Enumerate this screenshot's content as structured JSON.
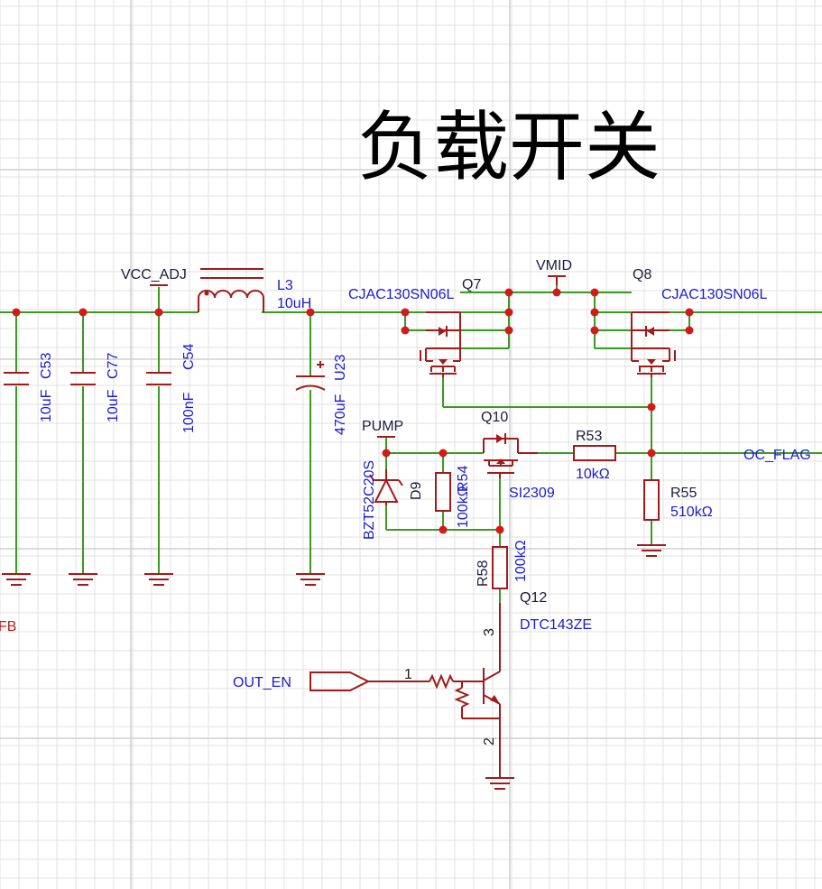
{
  "title": "负载开关",
  "net_labels": {
    "vcc_adj": "VCC_ADJ",
    "vmid": "VMID",
    "pump": "PUMP",
    "oc_flag": "OC_FLAG",
    "out_en": "OUT_EN",
    "fb_partial": "FB"
  },
  "components": {
    "c53": {
      "ref": "C53",
      "value": "10uF"
    },
    "c77": {
      "ref": "C77",
      "value": "10uF"
    },
    "c54": {
      "ref": "C54",
      "value": "100nF"
    },
    "l3": {
      "ref": "L3",
      "value": "10uH"
    },
    "u23": {
      "ref": "U23",
      "value": "470uF"
    },
    "q7": {
      "ref": "Q7",
      "value": "CJAC130SN06L"
    },
    "q8": {
      "ref": "Q8",
      "value": "CJAC130SN06L"
    },
    "q10": {
      "ref": "Q10",
      "value": "SI2309"
    },
    "r53": {
      "ref": "R53",
      "value": "10kΩ"
    },
    "r54": {
      "ref": "R54",
      "value": "100kΩ"
    },
    "r55": {
      "ref": "R55",
      "value": "510kΩ"
    },
    "r58": {
      "ref": "R58",
      "value": "100kΩ"
    },
    "d9": {
      "ref": "D9",
      "value": "BZT52C20S"
    },
    "q12": {
      "ref": "Q12",
      "value": "DTC143ZE"
    }
  },
  "pins": {
    "q12_base": "1",
    "q12_emitter": "2",
    "q12_collector": "3"
  },
  "colors": {
    "wire": "#3a9a22",
    "component": "#a21a1a",
    "junction": "#d21a1a",
    "label": "#1a1ad6",
    "grid": "#e2e2e2",
    "grid_major": "#d0d0d0"
  }
}
